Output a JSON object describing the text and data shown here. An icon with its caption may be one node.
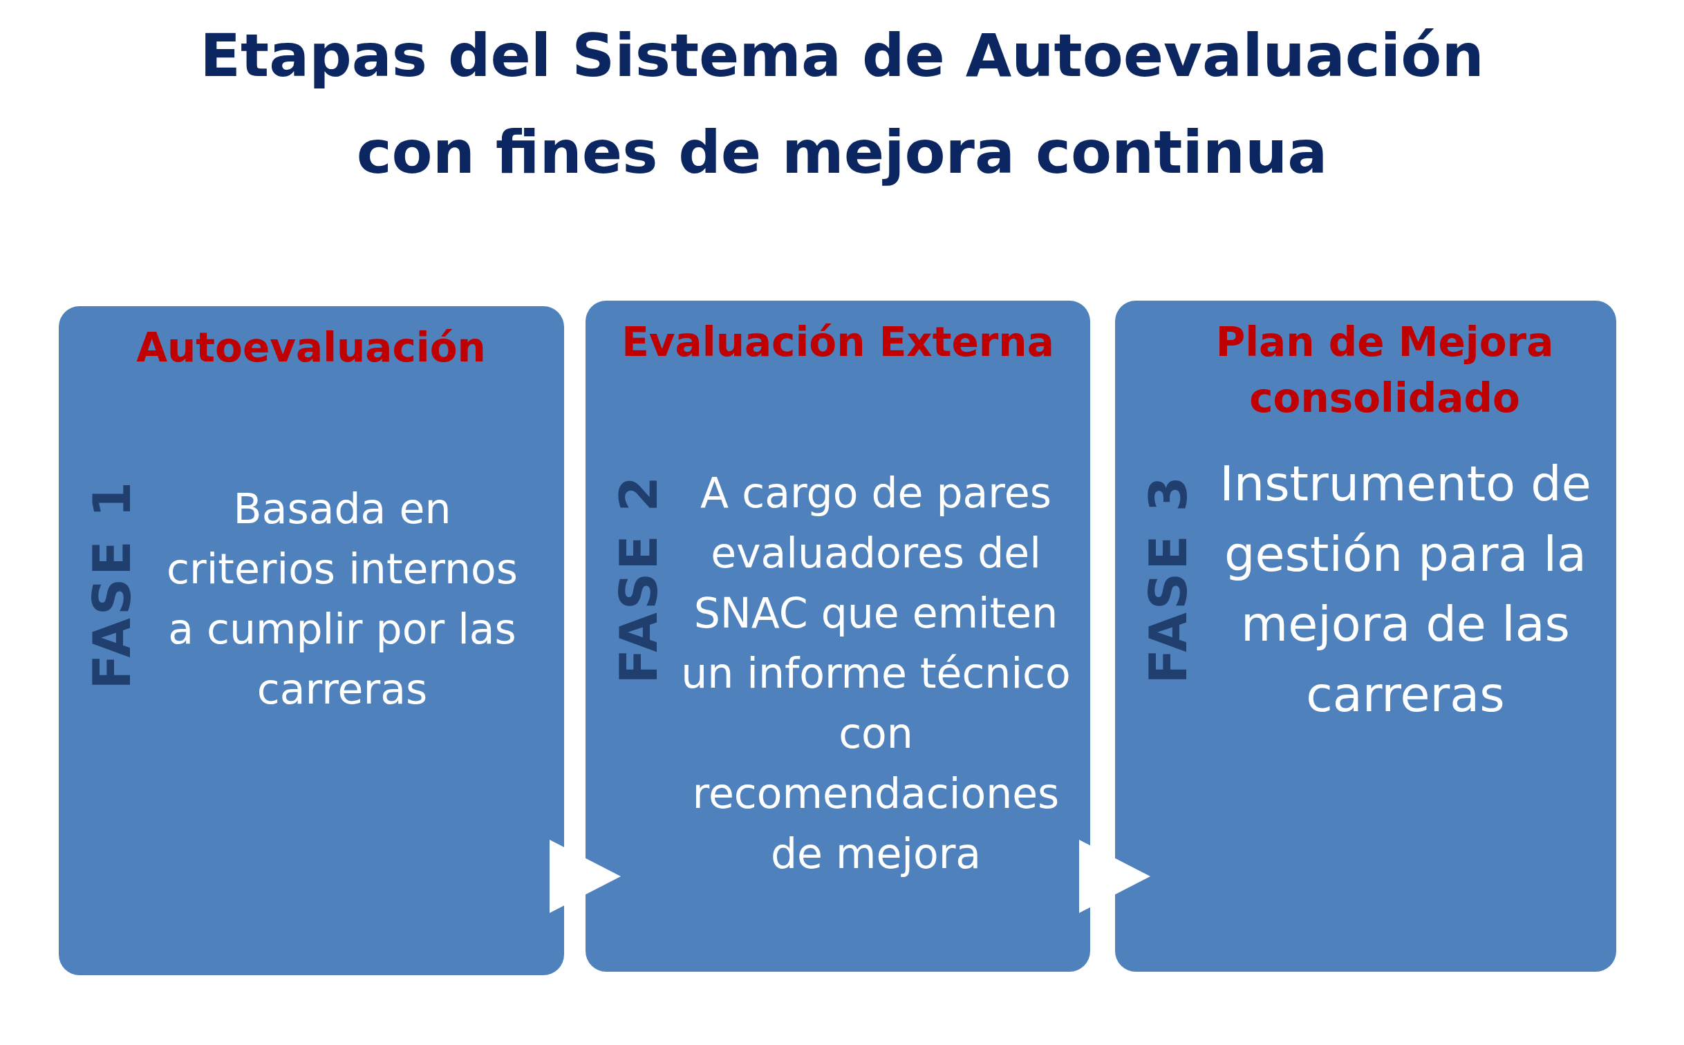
{
  "diagram": {
    "title": "Etapas del Sistema de Autoevaluación con fines de mejora continua",
    "nodes": [
      {
        "text": [
          "Autoevaluación",
          "FASE 1",
          "Basada en criterios internos a cumplir por las carreras"
        ]
      },
      {
        "text": [
          "Evaluación Externa",
          "FASE 2",
          "A cargo de pares evaluadores del SNAC que emiten un informe técnico con recomendaciones de mejora"
        ]
      },
      {
        "text": [
          "Plan de Mejora consolidado",
          "FASE 3",
          "Instrumento de gestión para la mejora de las carreras"
        ]
      }
    ],
    "edges": [
      {
        "from": 0,
        "to": 1,
        "arrow": "to"
      },
      {
        "from": 1,
        "to": 2,
        "arrow": "to"
      }
    ]
  }
}
